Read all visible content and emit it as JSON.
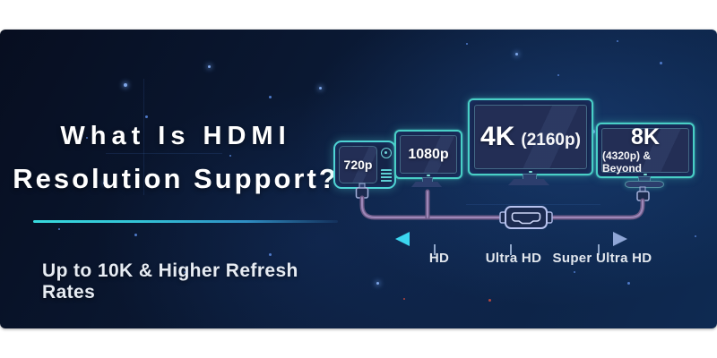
{
  "title": {
    "line1": "What Is HDMI",
    "line2": "Resolution Support?"
  },
  "subtitle": "Up to 10K & Higher Refresh Rates",
  "devices": [
    {
      "id": "tv-720p",
      "type": "retro-tv",
      "label": "720p"
    },
    {
      "id": "monitor-1080p",
      "type": "monitor",
      "label": "1080p"
    },
    {
      "id": "monitor-4k",
      "type": "monitor",
      "label": "4K",
      "sublabel": "(2160p)"
    },
    {
      "id": "monitor-8k",
      "type": "monitor",
      "label": "8K",
      "sublabel": "(4320p) & Beyond"
    }
  ],
  "axis": {
    "labels": [
      "HD",
      "Ultra HD",
      "Super Ultra HD"
    ]
  },
  "colors": {
    "background_navy": "#0d2346",
    "accent_cyan": "#38dade",
    "device_outline_teal": "#49cfc6",
    "cable_mauve": "#8d77a6",
    "arrow_left": "#3bd6f0",
    "arrow_right": "#95abd9",
    "text_white": "#ffffff"
  }
}
